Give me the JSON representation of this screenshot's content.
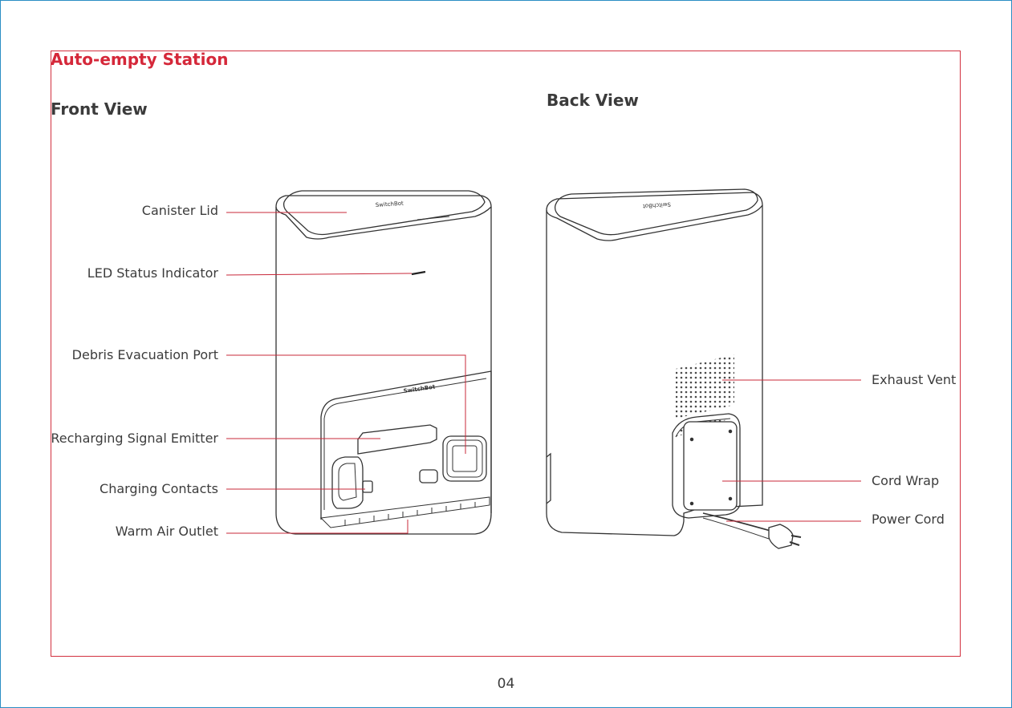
{
  "section": {
    "title": "Auto-empty Station"
  },
  "front_view": {
    "title": "Front View",
    "brand_text": "SwitchBot",
    "callouts": [
      "Canister Lid",
      "LED Status Indicator",
      "Debris Evacuation Port",
      "Recharging Signal Emitter",
      "Charging Contacts",
      "Warm Air Outlet"
    ]
  },
  "back_view": {
    "title": "Back View",
    "brand_text": "SwitchBot",
    "callouts": [
      "Exhaust Vent",
      "Cord Wrap",
      "Power Cord"
    ]
  },
  "page": {
    "number": "04"
  },
  "colors": {
    "accent": "#d5283a",
    "leader_line": "#c8283a",
    "border": "#2a8ec4",
    "text": "#3c3c3c"
  }
}
